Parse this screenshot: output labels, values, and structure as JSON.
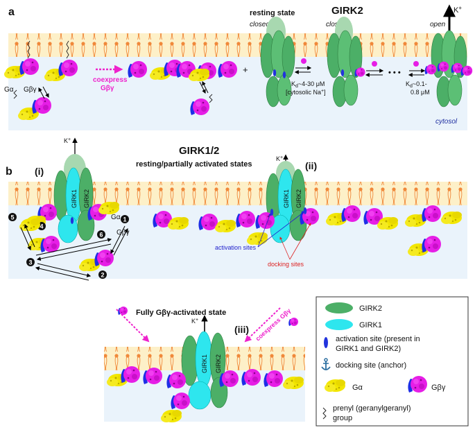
{
  "panel_a": {
    "label": "a",
    "title": "GIRK2",
    "resting_state": "resting state",
    "closed_1": "closed",
    "closed_2": "closed",
    "open": "open",
    "k_ion": "K",
    "k_sup": "+",
    "g_alpha": "Gα",
    "g_beta_gamma": "Gβγ",
    "coexpress_1": "coexpress",
    "coexpress_2": "Gβγ",
    "plus": "+",
    "kd1_line1": "K",
    "kd1_sub": "d",
    "kd1_rest": "~4-30 μM",
    "kd1_line2": "[cytosolic Na",
    "kd1_sup": "+",
    "kd1_end": "]",
    "dots": "• • •",
    "kd2_line1": "K",
    "kd2_sub": "d",
    "kd2_rest": "~0.1-",
    "kd2_line2": "0.8 μM",
    "cytosol": "cytosol"
  },
  "panel_b": {
    "label": "b",
    "title": "GIRK1/2",
    "subtitle": "resting/partially activated states",
    "state_i": "(i)",
    "state_ii": "(ii)",
    "state_iii": "(iii)",
    "girk1": "GIRK1",
    "girk2": "GIRK2",
    "k_ion": "K",
    "k_sup": "+",
    "g_alpha": "Gα",
    "g_beta_gamma": "Gβγ",
    "steps": [
      "1",
      "2",
      "3",
      "4",
      "5",
      "6"
    ],
    "activation_sites": "activation sites",
    "docking_sites": "docking sites",
    "full_title": "Fully Gβγ-activated state",
    "coexpress": "coexpress Gβγ"
  },
  "legend": {
    "girk2": "GIRK2",
    "girk1": "GIRK1",
    "activation_1": "activation site (present in",
    "activation_2": "GIRK1 and GIRK2)",
    "docking": "docking site (anchor)",
    "g_alpha": "Gα",
    "g_beta_gamma": "Gβγ",
    "prenyl_1": "prenyl (geranylgeranyl)",
    "prenyl_2": "group"
  },
  "colors": {
    "girk2": "#4caf67",
    "girk2_light": "#a8d8b0",
    "girk1": "#2ee6ee",
    "g_alpha": "#f2e600",
    "g_beta": "#e61ee6",
    "g_gamma": "#1e2ee6",
    "membrane": "#fdf0c8",
    "lipid": "#f0883a",
    "cytosol": "#eaf3fb",
    "activation": "#2233dd",
    "coexpress_arrow": "#ee22cc",
    "docking_label": "#dd2222",
    "activation_label": "#2222cc"
  }
}
